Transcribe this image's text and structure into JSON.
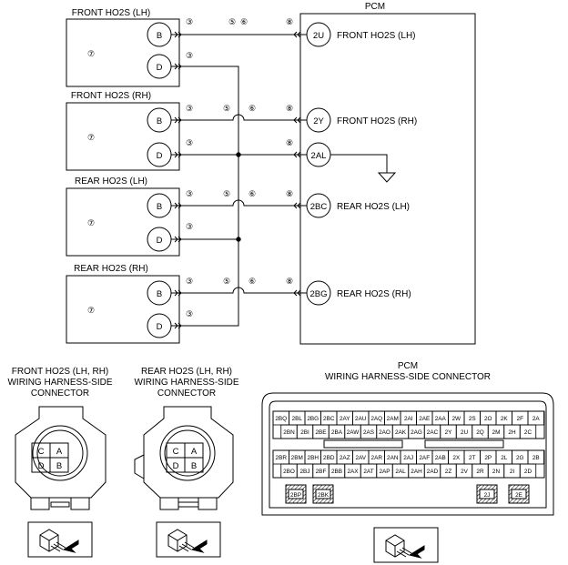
{
  "diagram": {
    "pcm_title": "PCM",
    "sensors": [
      {
        "title": "FRONT HO2S (LH)",
        "body_ref": "⑦",
        "pins": [
          "B",
          "D"
        ]
      },
      {
        "title": "FRONT HO2S (RH)",
        "body_ref": "⑦",
        "pins": [
          "B",
          "D"
        ]
      },
      {
        "title": "REAR HO2S (LH)",
        "body_ref": "⑦",
        "pins": [
          "B",
          "D"
        ]
      },
      {
        "title": "REAR HO2S (RH)",
        "body_ref": "⑦",
        "pins": [
          "B",
          "D"
        ]
      }
    ],
    "pcm_terminals": [
      {
        "pin": "2U",
        "label": "FRONT HO2S (LH)"
      },
      {
        "pin": "2Y",
        "label": "FRONT HO2S (RH)"
      },
      {
        "pin": "2AL",
        "label": ""
      },
      {
        "pin": "2BC",
        "label": "REAR HO2S (LH)"
      },
      {
        "pin": "2BG",
        "label": "REAR HO2S (RH)"
      }
    ],
    "wire_refs": {
      "sensor_side": "③",
      "mid_a": "⑤",
      "mid_b": "⑥",
      "pcm_side": "⑧"
    }
  },
  "connectors": {
    "front": {
      "title_lines": [
        "FRONT HO2S (LH, RH)",
        "WIRING HARNESS-SIDE",
        "CONNECTOR"
      ],
      "cells": [
        "C",
        "A",
        "D",
        "B"
      ]
    },
    "rear": {
      "title_lines": [
        "REAR HO2S (LH, RH)",
        "WIRING HARNESS-SIDE",
        "CONNECTOR"
      ],
      "cells": [
        "C",
        "A",
        "D",
        "B"
      ]
    },
    "pcm": {
      "title_lines": [
        "PCM",
        "WIRING HARNESS-SIDE CONNECTOR"
      ],
      "row1": [
        "2BQ",
        "2BL",
        "2BG",
        "2BC",
        "2AY",
        "2AU",
        "2AQ",
        "2AM",
        "2AI",
        "2AE",
        "2AA",
        "2W",
        "2S",
        "2O",
        "2K",
        "2F",
        "2A"
      ],
      "row2": [
        "2BN",
        "2BI",
        "2BE",
        "2BA",
        "2AW",
        "2AS",
        "2AO",
        "2AK",
        "2AG",
        "2AC",
        "2Y",
        "2U",
        "2Q",
        "2M",
        "2H",
        "2C"
      ],
      "row3": [
        "2BR",
        "2BM",
        "2BH",
        "2BD",
        "2AZ",
        "2AV",
        "2AR",
        "2AN",
        "2AJ",
        "2AF",
        "2AB",
        "2X",
        "2T",
        "2P",
        "2L",
        "2G",
        "2B"
      ],
      "row4": [
        "2BO",
        "2BJ",
        "2BF",
        "2BB",
        "2AX",
        "2AT",
        "2AP",
        "2AL",
        "2AH",
        "2AD",
        "2Z",
        "2V",
        "2R",
        "2N",
        "2I",
        "2D"
      ],
      "corner_left": [
        "2BP",
        "2BK"
      ],
      "corner_right": [
        "2J",
        "2E"
      ]
    }
  }
}
